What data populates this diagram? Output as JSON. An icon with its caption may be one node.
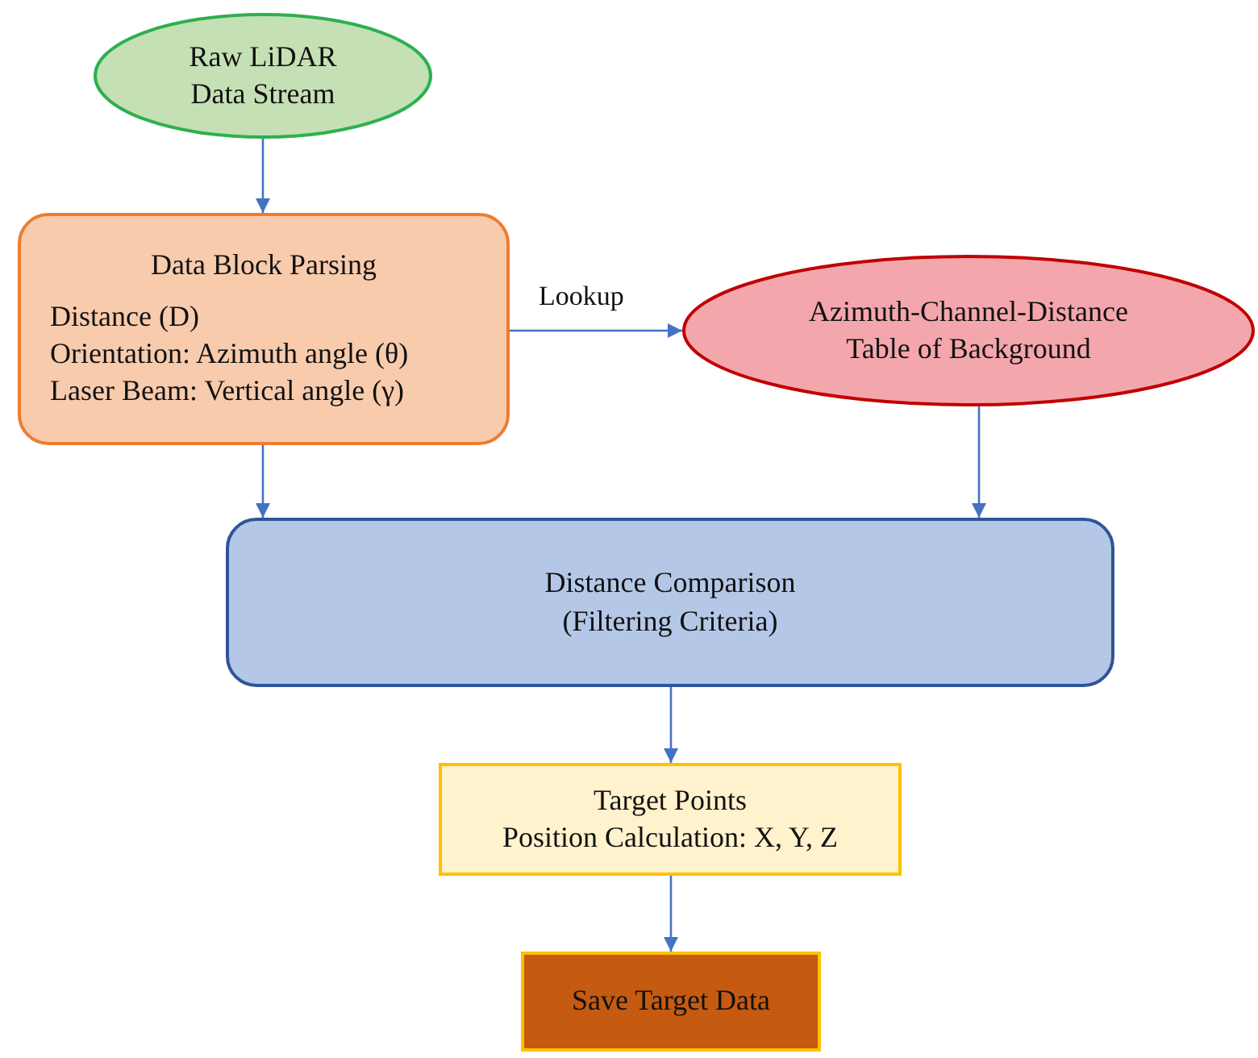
{
  "diagram": {
    "nodes": [
      {
        "text": [
          "Raw LiDAR Data Stream"
        ]
      },
      {
        "text": [
          "Data Block Parsing",
          "Distance (D)",
          "Orientation: Azimuth angle (θ)",
          "Laser Beam: Vertical angle (γ)"
        ]
      },
      {
        "text": [
          "Azimuth-Channel-Distance Table of Background"
        ]
      },
      {
        "text": [
          "Distance Comparison (Filtering Criteria)"
        ]
      },
      {
        "text": [
          "Target Points",
          "Position Calculation: X, Y, Z"
        ]
      },
      {
        "text": [
          "Save Target Data"
        ]
      }
    ],
    "edges": [
      {
        "from": 0,
        "to": 1,
        "arrow": "to"
      },
      {
        "from": 1,
        "to": 2,
        "arrow": "to",
        "label": "Lookup"
      },
      {
        "from": 1,
        "to": 3,
        "arrow": "to"
      },
      {
        "from": 2,
        "to": 3,
        "arrow": "to"
      },
      {
        "from": 3,
        "to": 4,
        "arrow": "to"
      },
      {
        "from": 4,
        "to": 5,
        "arrow": "to"
      }
    ]
  }
}
